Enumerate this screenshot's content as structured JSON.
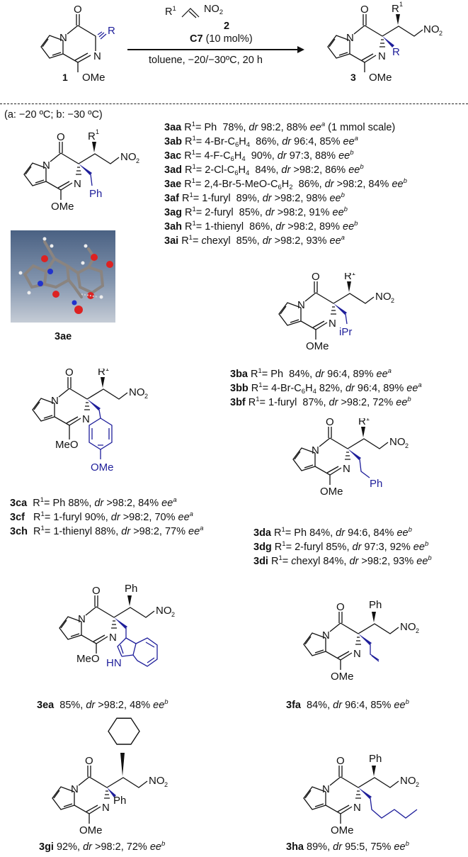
{
  "scheme": {
    "reactant_1": {
      "label": "1",
      "substituent": "R",
      "group": "OMe"
    },
    "reactant_2": {
      "label": "2",
      "formula_r": "R1",
      "formula_no2": "NO2"
    },
    "catalyst": {
      "name": "C7",
      "loading": "(10 mol%)"
    },
    "conditions": "toluene, −20/−30ºC, 20 h",
    "product": {
      "label": "3",
      "substituent_r": "R",
      "substituent_r1": "R1",
      "group": "OMe",
      "nitro": "NO2"
    }
  },
  "footnote": "(a: −20 ºC; b: −30 ºC)",
  "colors": {
    "highlight": "#1e1e9a",
    "text": "#111111"
  },
  "series": [
    {
      "core": "3a",
      "variable_group": "CH2Ph",
      "group_label": "Ph",
      "entries": [
        {
          "id": "3aa",
          "r1": "Ph",
          "yield": "78%",
          "dr": "98:2",
          "ee": "88%",
          "cond": "a",
          "note": "(1 mmol scale)"
        },
        {
          "id": "3ab",
          "r1": "4-Br-C6H4",
          "yield": "86%",
          "dr": "96:4",
          "ee": "85%",
          "cond": "a"
        },
        {
          "id": "3ac",
          "r1": "4-F-C6H4",
          "yield": "90%",
          "dr": "97:3",
          "ee": "88%",
          "cond": "b"
        },
        {
          "id": "3ad",
          "r1": "2-Cl-C6H4",
          "yield": "84%",
          "dr": ">98:2",
          "ee": "86%",
          "cond": "b"
        },
        {
          "id": "3ae",
          "r1": "2,4-Br-5-MeO-C6H2",
          "yield": "86%",
          "dr": ">98:2",
          "ee": "84%",
          "cond": "b"
        },
        {
          "id": "3af",
          "r1": "1-furyl",
          "yield": "89%",
          "dr": ">98:2",
          "ee": "98%",
          "cond": "b"
        },
        {
          "id": "3ag",
          "r1": "2-furyl",
          "yield": "85%",
          "dr": ">98:2",
          "ee": "91%",
          "cond": "b"
        },
        {
          "id": "3ah",
          "r1": "1-thienyl",
          "yield": "86%",
          "dr": ">98:2",
          "ee": "89%",
          "cond": "b"
        },
        {
          "id": "3ai",
          "r1": "chexyl",
          "yield": "85%",
          "dr": ">98:2",
          "ee": "93%",
          "cond": "a"
        }
      ]
    },
    {
      "core": "3b",
      "group_label": "iPr",
      "entries": [
        {
          "id": "3ba",
          "r1": "Ph",
          "yield": "84%",
          "dr": "96:4",
          "ee": "89%",
          "cond": "a"
        },
        {
          "id": "3bb",
          "r1": "4-Br-C6H4",
          "yield": "82%",
          "dr": "96:4",
          "ee": "89%",
          "cond": "a"
        },
        {
          "id": "3bf",
          "r1": "1-furyl",
          "yield": "87%",
          "dr": ">98:2",
          "ee": "72%",
          "cond": "b"
        }
      ]
    },
    {
      "core": "3c",
      "group_label": "OMe",
      "ester_label": "MeO",
      "entries": [
        {
          "id": "3ca",
          "r1": "Ph",
          "yield": "88%",
          "dr": ">98:2",
          "ee": "84%",
          "cond": "a"
        },
        {
          "id": "3cf",
          "r1": "1-furyl",
          "yield": "90%",
          "dr": ">98:2",
          "ee": "70%",
          "cond": "a"
        },
        {
          "id": "3ch",
          "r1": "1-thienyl",
          "yield": "88%",
          "dr": ">98:2",
          "ee": "77%",
          "cond": "a"
        }
      ]
    },
    {
      "core": "3d",
      "group_label": "Ph",
      "entries": [
        {
          "id": "3da",
          "r1": "Ph",
          "yield": "84%",
          "dr": "94:6",
          "ee": "84%",
          "cond": "b"
        },
        {
          "id": "3dg",
          "r1": "2-furyl",
          "yield": "85%",
          "dr": "97:3",
          "ee": "92%",
          "cond": "b"
        },
        {
          "id": "3di",
          "r1": "chexyl",
          "yield": "84%",
          "dr": ">98:2",
          "ee": "93%",
          "cond": "b"
        }
      ]
    }
  ],
  "singles": [
    {
      "id": "3ea",
      "yield": "85%",
      "dr": ">98:2",
      "ee": "48%",
      "cond": "b",
      "top": "Ph",
      "group_label": "HN",
      "ester": "MeO"
    },
    {
      "id": "3fa",
      "yield": "84%",
      "dr": "96:4",
      "ee": "85%",
      "cond": "b",
      "top": "Ph"
    },
    {
      "id": "3gi",
      "yield": "92%",
      "dr": ">98:2",
      "ee": "72%",
      "cond": "b",
      "side": "Ph"
    },
    {
      "id": "3ha",
      "yield": "89%",
      "dr": "95:5",
      "ee": "75%",
      "cond": "b",
      "top": "Ph"
    }
  ],
  "xray": {
    "label": "3ae"
  },
  "atoms": {
    "O": "O",
    "N": "N",
    "OMe": "OMe",
    "NO2": "NO",
    "two": "2",
    "R1": "R",
    "one": "1"
  }
}
